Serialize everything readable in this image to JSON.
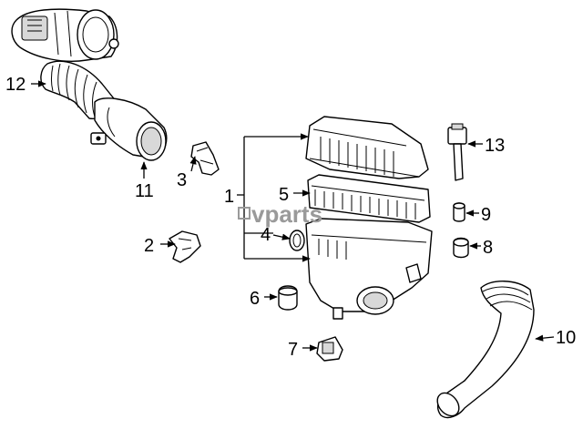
{
  "diagram": {
    "watermark": "vparts",
    "watermark_color": "#9a9a9a",
    "callouts": {
      "c1": "1",
      "c2": "2",
      "c3": "3",
      "c4": "4",
      "c5": "5",
      "c6": "6",
      "c7": "7",
      "c8": "8",
      "c9": "9",
      "c10": "10",
      "c11": "11",
      "c12": "12",
      "c13": "13"
    }
  }
}
